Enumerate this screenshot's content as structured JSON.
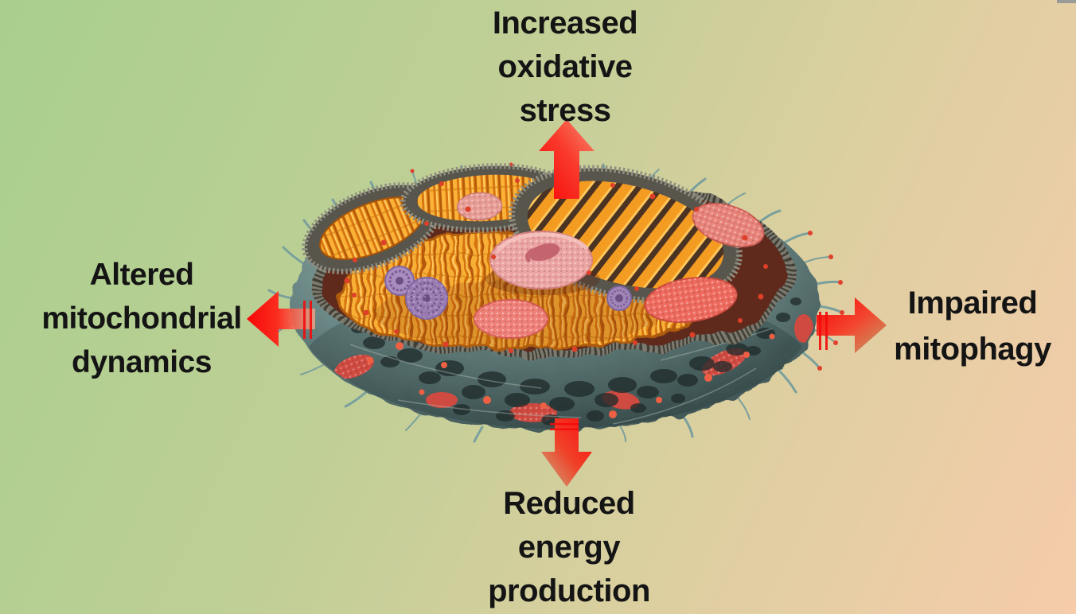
{
  "background": {
    "gradient_top_left": "#a8cf8e",
    "gradient_top_right": "#d6cf9c",
    "gradient_bottom_left": "#c5cf99",
    "gradient_bottom_right": "#f6ccab"
  },
  "diagram": {
    "center_illustration": {
      "name": "mitochondrion-3d-cross-section"
    },
    "arrow_color": "#f50a0a",
    "text_color": "#141414",
    "labels": {
      "top": {
        "lines": [
          "Increased",
          "oxidative",
          "stress"
        ],
        "arrow_direction": "up"
      },
      "left": {
        "lines": [
          "Altered",
          "mitochondrial",
          "dynamics"
        ],
        "arrow_direction": "left"
      },
      "right": {
        "lines": [
          "Impaired",
          "mitophagy"
        ],
        "arrow_direction": "right"
      },
      "bottom": {
        "lines": [
          "Reduced",
          "energy",
          "production"
        ],
        "arrow_direction": "down"
      }
    }
  }
}
